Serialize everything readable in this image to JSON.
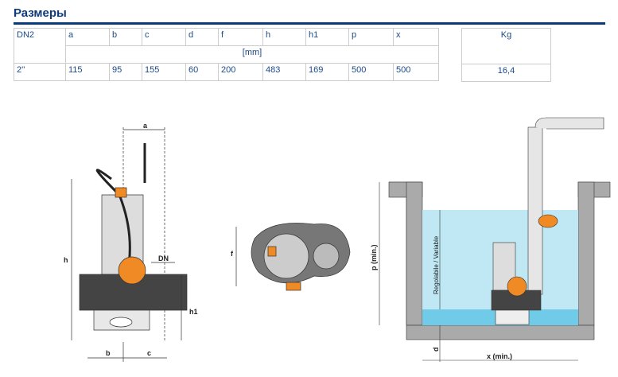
{
  "title": "Размеры",
  "table": {
    "headers": [
      "DN2",
      "a",
      "b",
      "c",
      "d",
      "f",
      "h",
      "h1",
      "p",
      "x"
    ],
    "unit": "[mm]",
    "row": [
      "2''",
      "115",
      "95",
      "155",
      "60",
      "200",
      "483",
      "169",
      "500",
      "500"
    ]
  },
  "weight": {
    "header": "Kg",
    "value": "16,4"
  },
  "diagram": {
    "a": "a",
    "h": "h",
    "dn": "DN",
    "h1": "h1",
    "b": "b",
    "c": "c",
    "f": "f",
    "p": "p  (min.)",
    "variable": "Regolabile / Variable",
    "d": "d",
    "x": "x (min.)"
  }
}
